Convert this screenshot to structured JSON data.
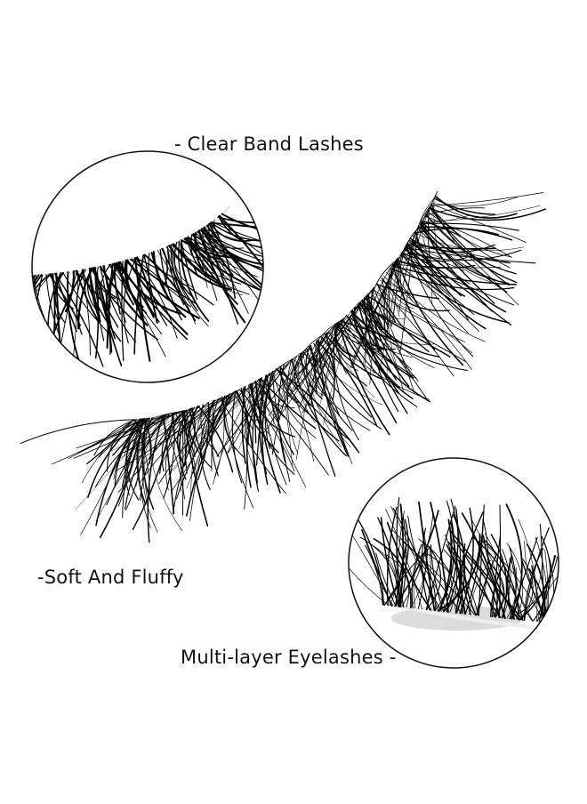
{
  "labels": {
    "clear_band": "- Clear Band Lashes",
    "soft_fluffy": "-Soft And Fluffy",
    "multi_layer": "Multi-layer Eyelashes -"
  },
  "colors": {
    "background": "#ffffff",
    "lash": "#000000",
    "band": "#f2f2f2",
    "circle_border": "#111111",
    "text": "#111111"
  }
}
